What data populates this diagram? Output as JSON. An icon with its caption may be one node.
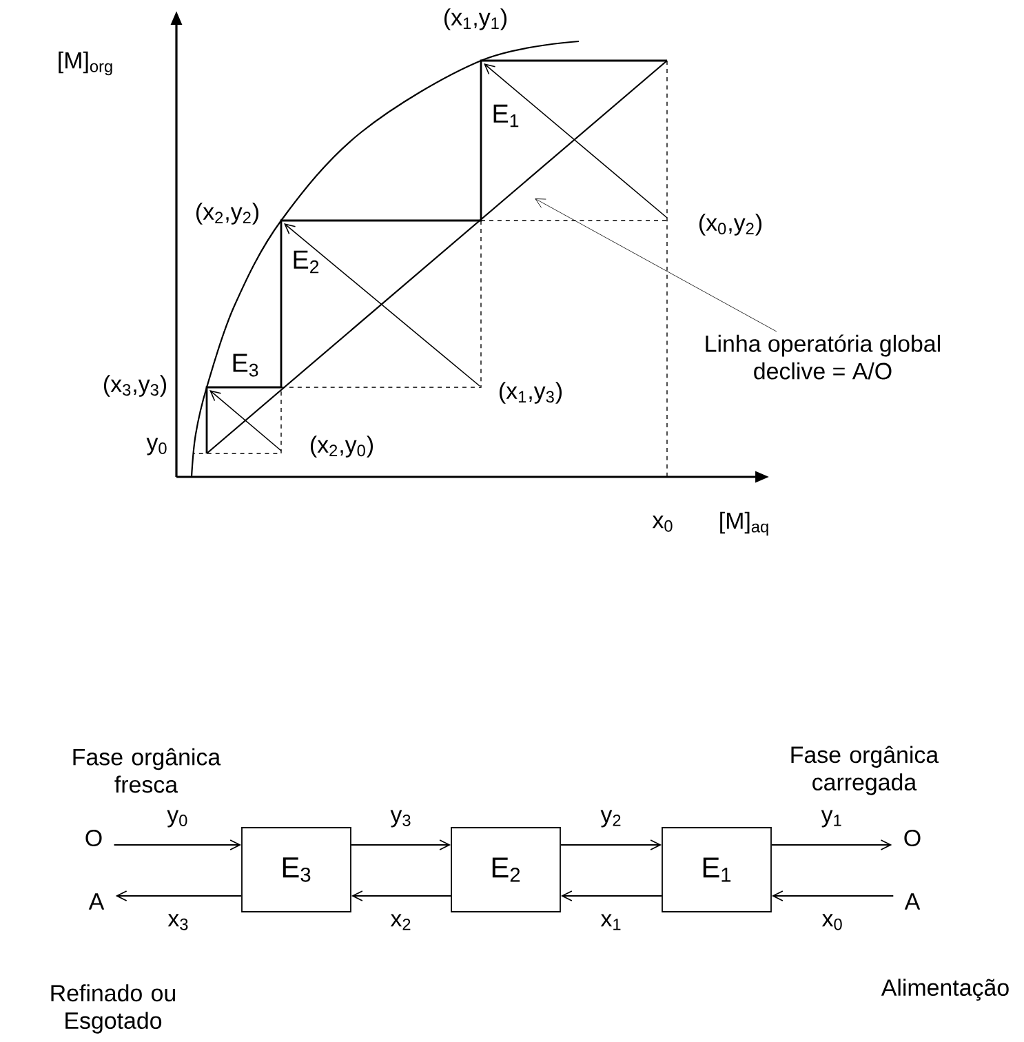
{
  "diagram": {
    "nodes": [
      {
        "text": [
          "Linha operatória global",
          "declive = A/O"
        ]
      },
      {
        "text": [
          "O"
        ]
      },
      {
        "text": [
          "A"
        ]
      },
      {
        "text": [
          "E$_{3}$"
        ]
      },
      {
        "text": [
          "E$_{2}$"
        ]
      },
      {
        "text": [
          "E$_{1}$"
        ]
      },
      {
        "text": [
          "O"
        ]
      },
      {
        "text": [
          "A"
        ]
      }
    ],
    "edges": [
      {
        "from": 0,
        "to": null,
        "arrow": "to"
      },
      {
        "from": 1,
        "to": 3,
        "arrow": "to",
        "label": "y$_{0}$"
      },
      {
        "from": 3,
        "to": 4,
        "arrow": "to",
        "label": "y$_{3}$"
      },
      {
        "from": 4,
        "to": 5,
        "arrow": "to",
        "label": "y$_{2}$"
      },
      {
        "from": 5,
        "to": 6,
        "arrow": "to",
        "label": "y$_{1}$"
      },
      {
        "from": 7,
        "to": 5,
        "arrow": "to",
        "label": "x$_{0}$"
      },
      {
        "from": 5,
        "to": 4,
        "arrow": "to",
        "label": "x$_{1}$"
      },
      {
        "from": 4,
        "to": 3,
        "arrow": "to",
        "label": "x$_{2}$"
      },
      {
        "from": 3,
        "to": 2,
        "arrow": "to",
        "label": "x$_{3}$"
      }
    ],
    "labels": [
      "[M]$_{org}$",
      "(x$_{1}$,y$_{1}$)",
      "E$_{1}$",
      "(x$_{2}$,y$_{2}$)",
      "(x$_{0}$,y$_{2}$)",
      "E$_{2}$",
      "E$_{3}$",
      "(x$_{3}$,y$_{3}$)",
      "(x$_{1}$,y$_{3}$)",
      "y$_{0}$",
      "(x$_{2}$,y$_{0}$)",
      "x$_{0}$",
      "[M]$_{aq}$",
      "Fase orgânica fresca",
      "Fase orgânica carregada",
      "Refinado ou Esgotado",
      "Alimentação"
    ]
  }
}
